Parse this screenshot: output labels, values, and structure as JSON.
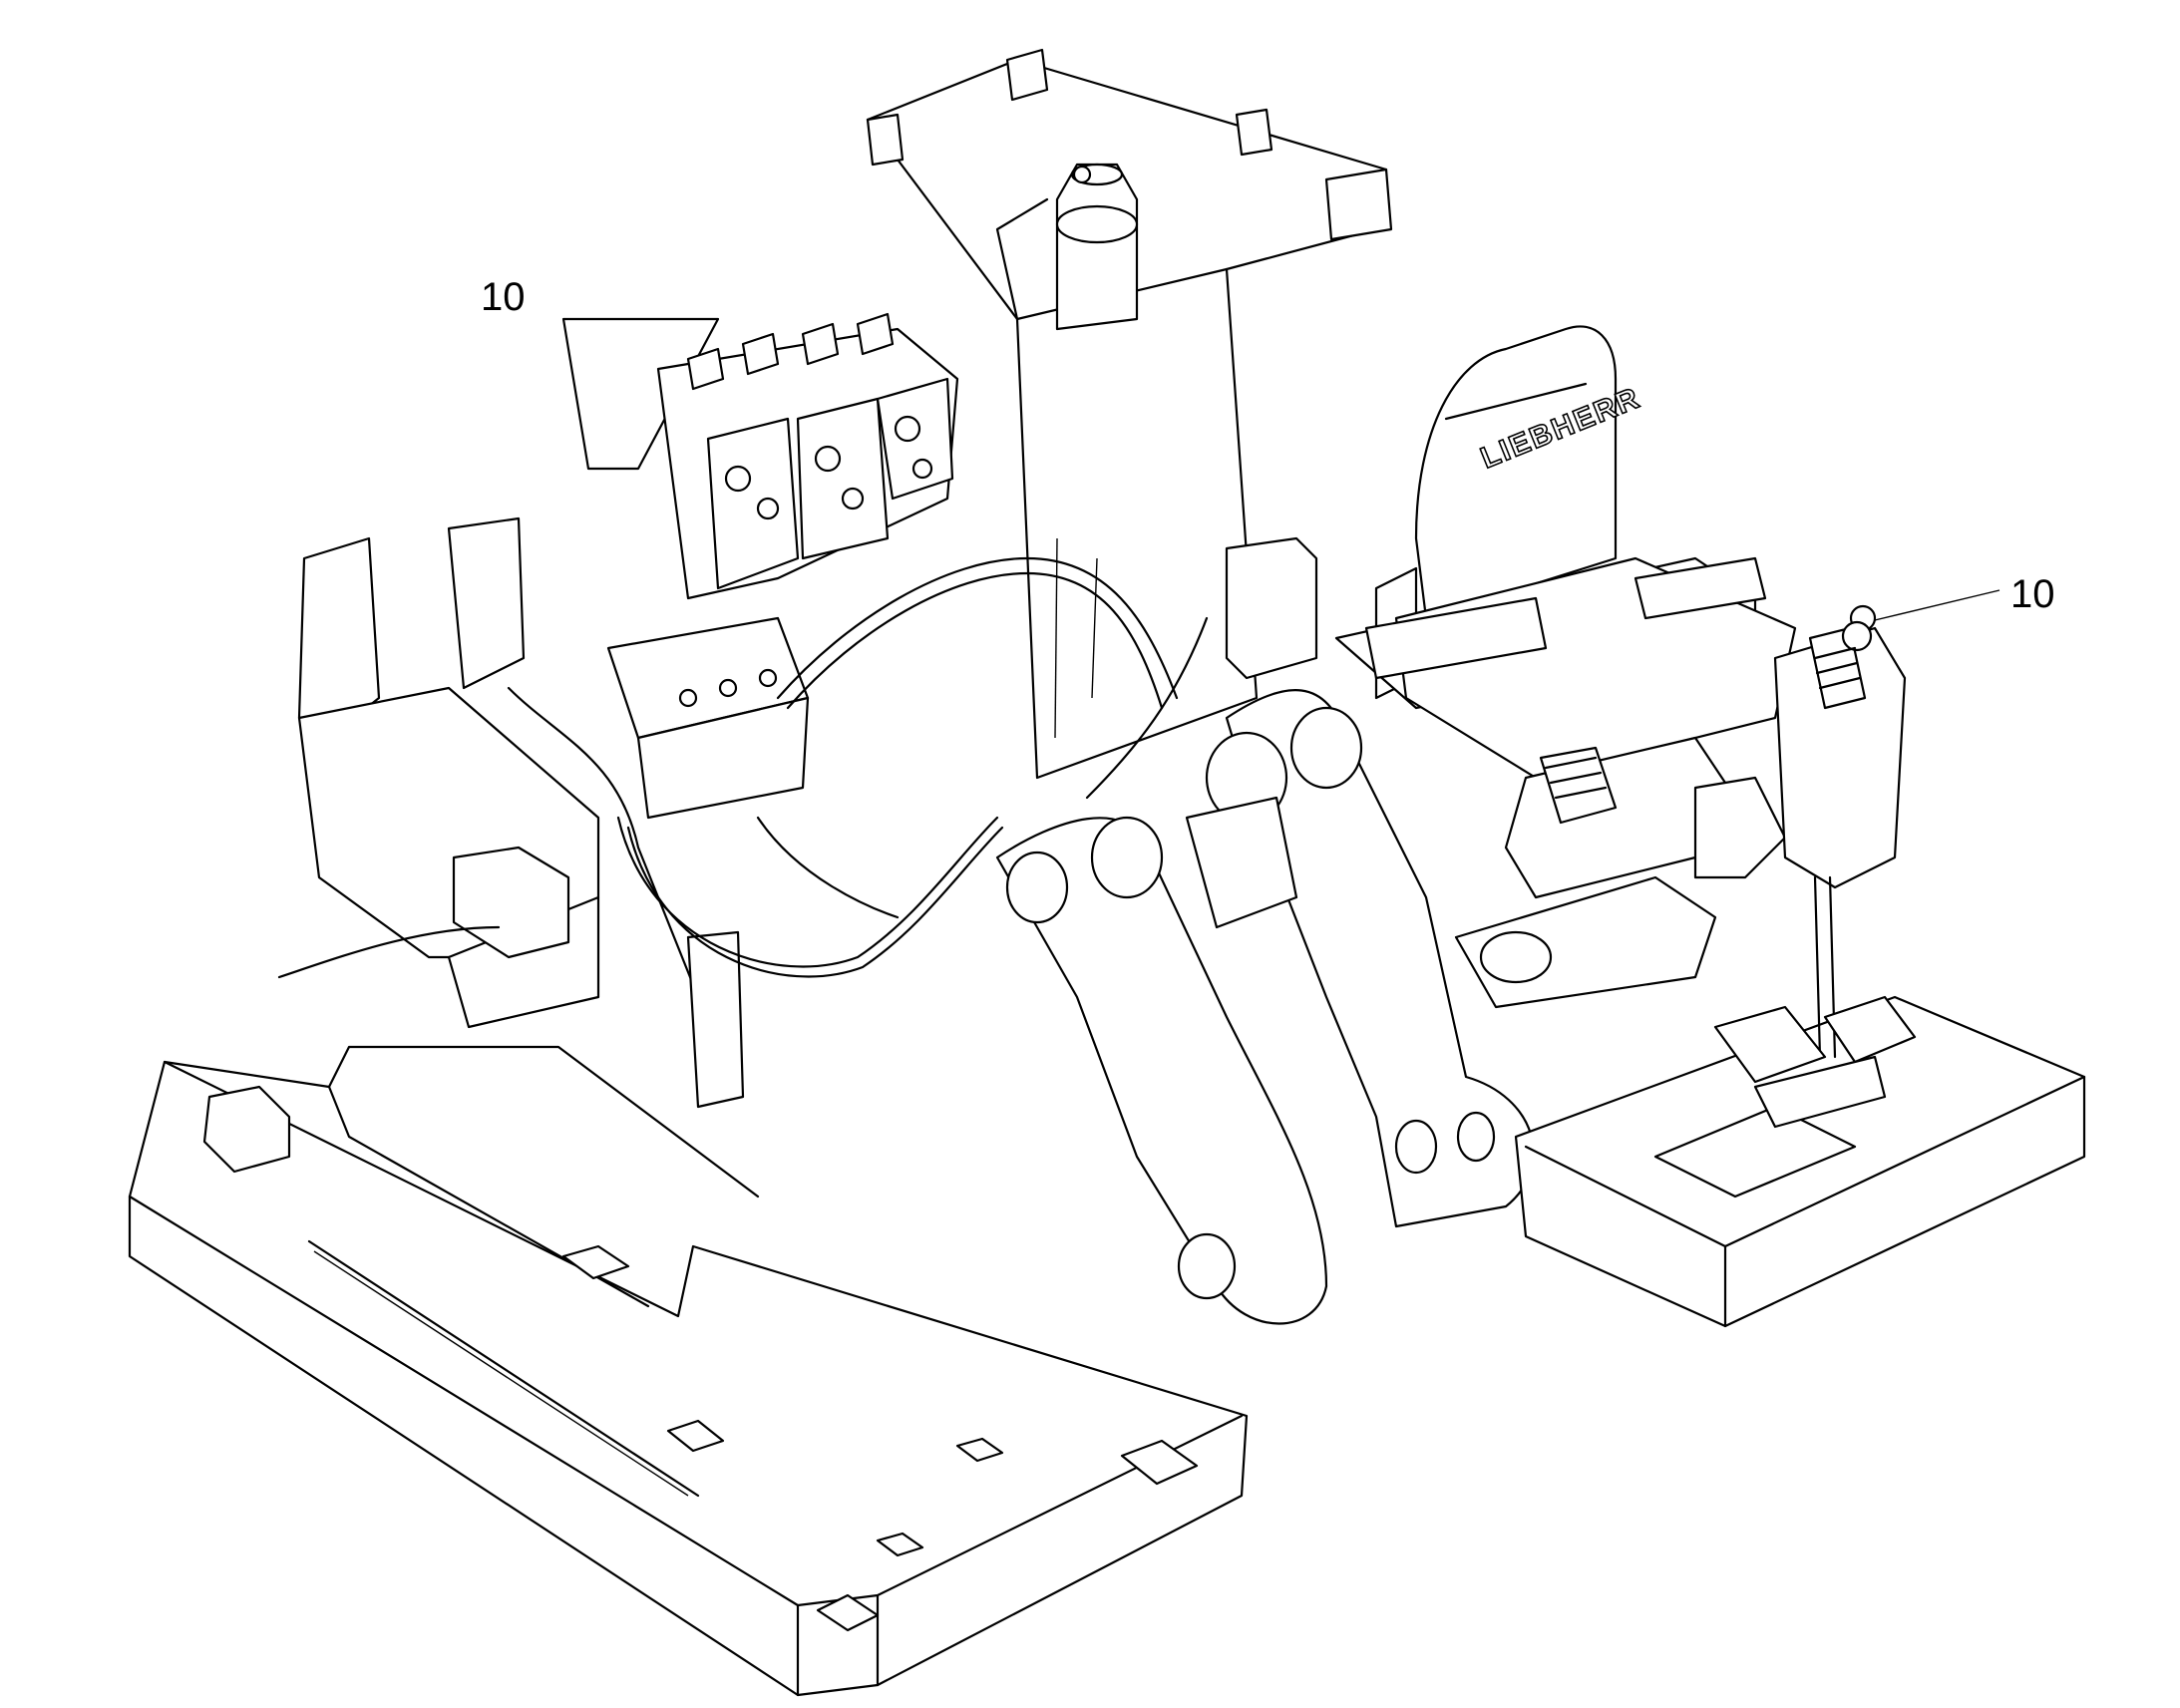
{
  "figure": {
    "callouts": [
      {
        "id": "callout-1",
        "label": "10"
      },
      {
        "id": "callout-2",
        "label": "10"
      }
    ],
    "seat_brand": "LIEBHERR"
  }
}
